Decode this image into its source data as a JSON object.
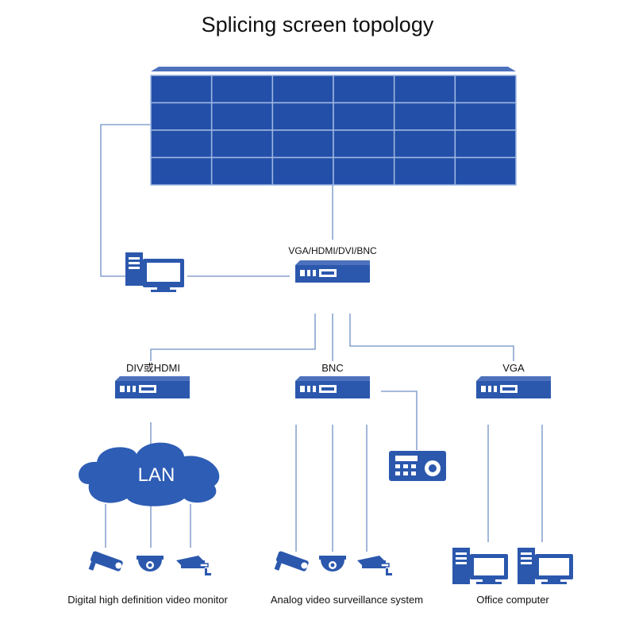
{
  "title": "Splicing screen topology",
  "labels": {
    "main_matrix": "VGA/HDMI/DVI/BNC",
    "div_hdmi": "DIV或HDMI",
    "bnc": "BNC",
    "vga": "VGA",
    "lan": "LAN",
    "digital_monitor": "Digital high definition video monitor",
    "analog_system": "Analog video surveillance system",
    "office_computer": "Office computer"
  },
  "video_wall": {
    "columns": 6,
    "rows": 4
  },
  "colors": {
    "accent": "#2b58ad",
    "screen_fill": "#234fa8",
    "screen_line": "#9fb7e2",
    "line": "#6f8fc7"
  }
}
